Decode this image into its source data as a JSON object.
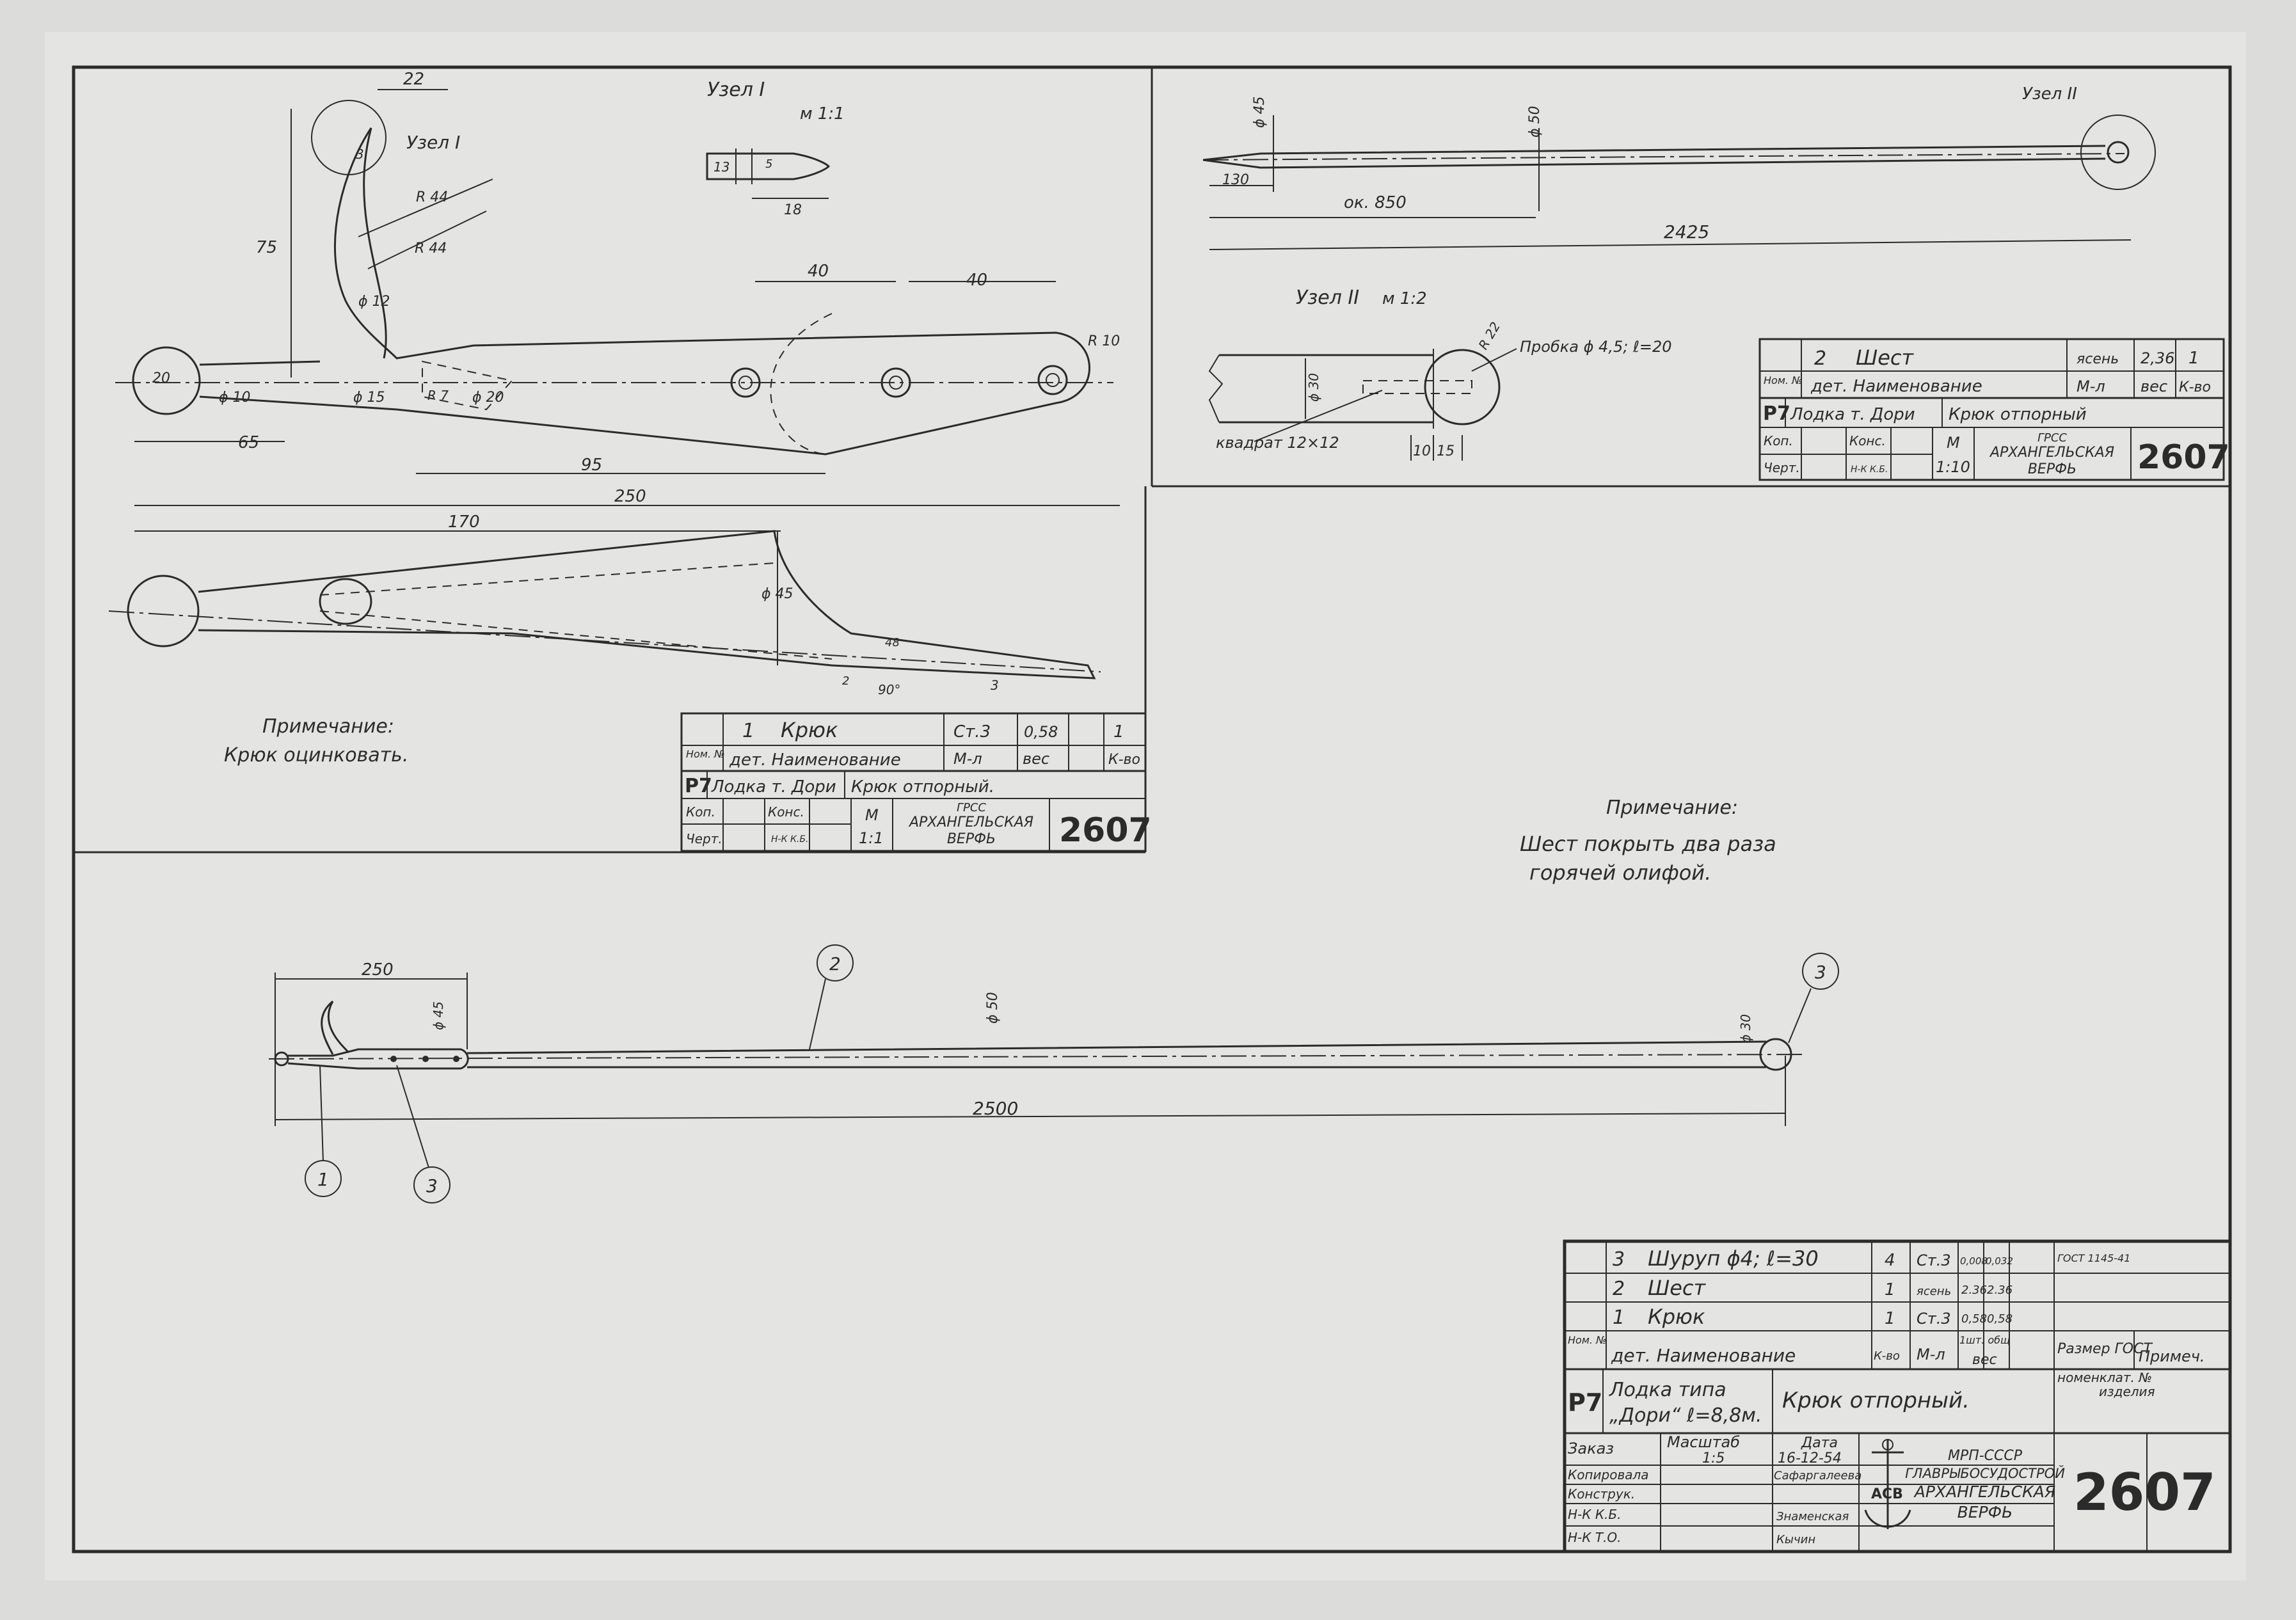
{
  "drawing": {
    "number": "2607",
    "node1": {
      "title": "Узел I",
      "scale": "м 1:1",
      "dims": [
        "13",
        "5",
        "18"
      ]
    },
    "node2": {
      "title": "Узел II",
      "scale": "м 1:2",
      "plug": "Пробка ϕ 4,5; ℓ=20",
      "square": "квадрат 12×12",
      "dims": [
        "ϕ 30",
        "R 22",
        "10",
        "15"
      ]
    },
    "hook_dims": [
      "22",
      "3",
      "Узел I",
      "75",
      "R 44",
      "R 44",
      "ϕ 12",
      "40",
      "40",
      "R 10",
      "20",
      "ϕ 10",
      "ϕ 15",
      "R 7",
      "ϕ 20",
      "65",
      "95",
      "250",
      "170",
      "ϕ 45",
      "48",
      "2",
      "90°",
      "3"
    ],
    "pole_dims": [
      "ϕ 45",
      "ϕ 50",
      "Узел II",
      "130",
      "ок. 850",
      "2425"
    ],
    "assembly_dims": [
      "250",
      "ϕ 45",
      "ϕ 50",
      "ϕ 30",
      "2500"
    ],
    "callouts": [
      "2",
      "3",
      "1",
      "3"
    ],
    "note1": {
      "title": "Примечание:",
      "text": "Крюк оцинковать."
    },
    "note2": {
      "title": "Примечание:",
      "line1": "Шест покрыть два раза",
      "line2": "горячей олифой."
    }
  },
  "titleblock_hook": {
    "row": {
      "pos": "1",
      "name": "Крюк",
      "mat": "Ст.3",
      "weight": "0,58",
      "qty": "1"
    },
    "hdr": {
      "pos": "Ном. №",
      "name": "дет. Наименование",
      "mat": "М-л",
      "weight": "вес",
      "qty": "К-во"
    },
    "code": "Р7",
    "boat": "Лодка т. Дори",
    "title": "Крюк отпорный.",
    "kop": "Коп.",
    "konc": "Конс.",
    "chert": "Черт.",
    "nk": "Н-К К.Б.",
    "scale_label": "М",
    "scale": "1:1",
    "org1": "ГРСС",
    "org2": "АРХАНГЕЛЬСКАЯ",
    "org3": "ВЕРФЬ",
    "number": "2607"
  },
  "titleblock_pole": {
    "row": {
      "pos": "2",
      "name": "Шест",
      "mat": "ясень",
      "weight": "2,36",
      "qty": "1"
    },
    "hdr": {
      "pos": "Ном. №",
      "name": "дет. Наименование",
      "mat": "М-л",
      "weight": "вес",
      "qty": "К-во"
    },
    "code": "Р7",
    "boat": "Лодка т. Дори",
    "title": "Крюк отпорный",
    "kop": "Коп.",
    "konc": "Конс.",
    "chert": "Черт.",
    "nk": "Н-К К.Б.",
    "scale_label": "М",
    "scale": "1:10",
    "org1": "ГРСС",
    "org2": "АРХАНГЕЛЬСКАЯ",
    "org3": "ВЕРФЬ",
    "number": "2607"
  },
  "titleblock_main": {
    "rows": [
      {
        "pos": "3",
        "name": "Шуруп ϕ4; ℓ=30",
        "qty": "4",
        "mat": "Ст.3",
        "w1": "0,008",
        "w2": "0,032",
        "note": "ГОСТ 1145-41"
      },
      {
        "pos": "2",
        "name": "Шест",
        "qty": "1",
        "mat": "ясень",
        "w1": "2.36",
        "w2": "2.36",
        "note": ""
      },
      {
        "pos": "1",
        "name": "Крюк",
        "qty": "1",
        "mat": "Ст.3",
        "w1": "0,58",
        "w2": "0,58",
        "note": ""
      }
    ],
    "hdr": {
      "pos": "Ном. №",
      "name": "дет. Наименование",
      "qty": "К-во",
      "mat": "М-л",
      "w": "1шт. общ",
      "wlabel": "вес",
      "size": "Размер ГОСТ",
      "note": "Примеч."
    },
    "code": "Р7",
    "boat1": "Лодка типа",
    "boat2": "„Дори“ ℓ=8,8м.",
    "title": "Крюк отпорный.",
    "nomenclature": "номенклат. №",
    "product": "изделия",
    "order": "Заказ",
    "scale_label": "Масштаб",
    "scale": "1:5",
    "date_label": "Дата",
    "date": "16-12-54",
    "copied": "Копировала",
    "designer": "Конструк.",
    "nkkb": "Н-К К.Б.",
    "nkto": "Н-К Т.О.",
    "names": [
      "Сафаргалеева",
      "Знаменская",
      "Кычин"
    ],
    "org1": "МРП-СССР",
    "org2": "ГЛАВРЫБОСУДОСТРОЙ",
    "org3": "АРХАНГЕЛЬСКАЯ",
    "org4": "ВЕРФЬ",
    "logo": "АСВ",
    "number": "2607"
  }
}
